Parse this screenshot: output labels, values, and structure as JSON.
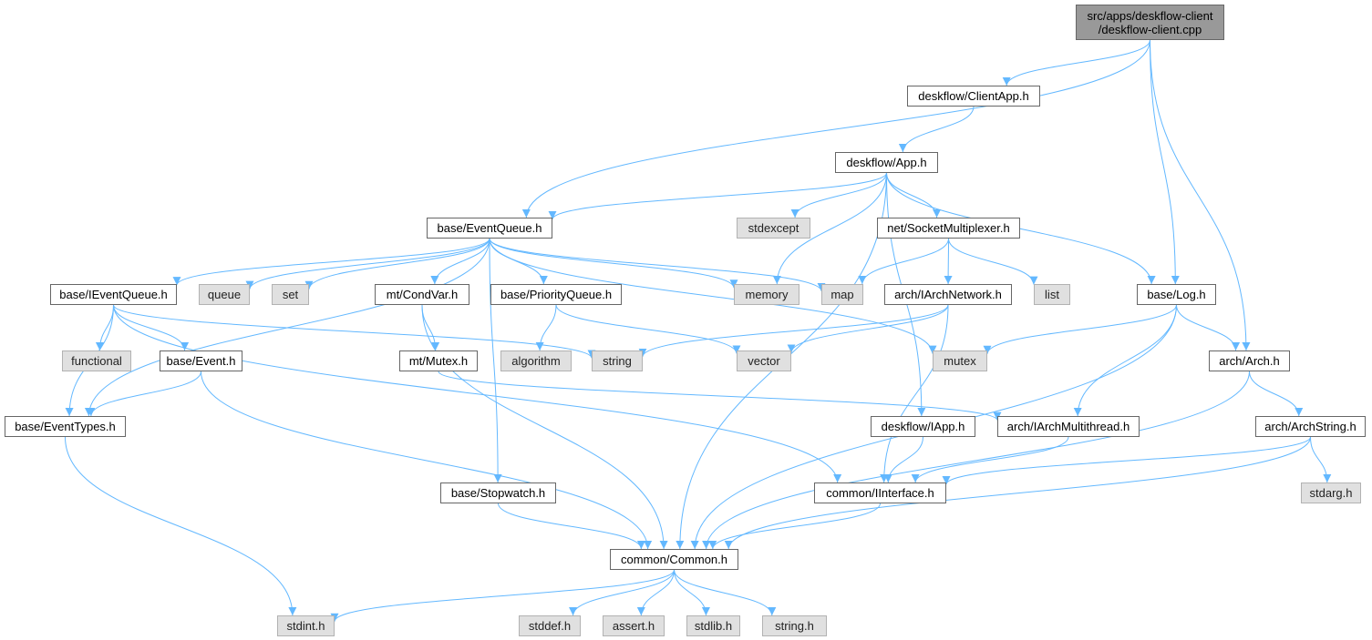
{
  "diagram": {
    "colors": {
      "edge": "#63b8ff",
      "root_fill": "#999999",
      "node_border": "#666666",
      "ext_fill": "#e0e0e0"
    },
    "nodes": [
      {
        "id": "root",
        "lines": [
          "src/apps/deskflow-client",
          "/deskflow-client.cpp"
        ],
        "kind": "root"
      },
      {
        "id": "clientapp",
        "lines": [
          "deskflow/ClientApp.h"
        ],
        "kind": "int"
      },
      {
        "id": "app",
        "lines": [
          "deskflow/App.h"
        ],
        "kind": "int"
      },
      {
        "id": "eventqueue",
        "lines": [
          "base/EventQueue.h"
        ],
        "kind": "int"
      },
      {
        "id": "stdexcept",
        "lines": [
          "stdexcept"
        ],
        "kind": "ext"
      },
      {
        "id": "socketmux",
        "lines": [
          "net/SocketMultiplexer.h"
        ],
        "kind": "int"
      },
      {
        "id": "ieventqueue",
        "lines": [
          "base/IEventQueue.h"
        ],
        "kind": "int"
      },
      {
        "id": "queue",
        "lines": [
          "queue"
        ],
        "kind": "ext"
      },
      {
        "id": "set",
        "lines": [
          "set"
        ],
        "kind": "ext"
      },
      {
        "id": "condvar",
        "lines": [
          "mt/CondVar.h"
        ],
        "kind": "int"
      },
      {
        "id": "priorityqueue",
        "lines": [
          "base/PriorityQueue.h"
        ],
        "kind": "int"
      },
      {
        "id": "memory",
        "lines": [
          "memory"
        ],
        "kind": "ext"
      },
      {
        "id": "map",
        "lines": [
          "map"
        ],
        "kind": "ext"
      },
      {
        "id": "iarchnetwork",
        "lines": [
          "arch/IArchNetwork.h"
        ],
        "kind": "int"
      },
      {
        "id": "list",
        "lines": [
          "list"
        ],
        "kind": "ext"
      },
      {
        "id": "log",
        "lines": [
          "base/Log.h"
        ],
        "kind": "int"
      },
      {
        "id": "functional",
        "lines": [
          "functional"
        ],
        "kind": "ext"
      },
      {
        "id": "event",
        "lines": [
          "base/Event.h"
        ],
        "kind": "int"
      },
      {
        "id": "mutexh",
        "lines": [
          "mt/Mutex.h"
        ],
        "kind": "int"
      },
      {
        "id": "algorithm",
        "lines": [
          "algorithm"
        ],
        "kind": "ext"
      },
      {
        "id": "string",
        "lines": [
          "string"
        ],
        "kind": "ext"
      },
      {
        "id": "vector",
        "lines": [
          "vector"
        ],
        "kind": "ext"
      },
      {
        "id": "mutex",
        "lines": [
          "mutex"
        ],
        "kind": "ext"
      },
      {
        "id": "arch",
        "lines": [
          "arch/Arch.h"
        ],
        "kind": "int"
      },
      {
        "id": "eventtypes",
        "lines": [
          "base/EventTypes.h"
        ],
        "kind": "int"
      },
      {
        "id": "iapp",
        "lines": [
          "deskflow/IApp.h"
        ],
        "kind": "int"
      },
      {
        "id": "iarchmt",
        "lines": [
          "arch/IArchMultithread.h"
        ],
        "kind": "int"
      },
      {
        "id": "archstring",
        "lines": [
          "arch/ArchString.h"
        ],
        "kind": "int"
      },
      {
        "id": "stopwatch",
        "lines": [
          "base/Stopwatch.h"
        ],
        "kind": "int"
      },
      {
        "id": "iinterface",
        "lines": [
          "common/IInterface.h"
        ],
        "kind": "int"
      },
      {
        "id": "stdarg",
        "lines": [
          "stdarg.h"
        ],
        "kind": "ext"
      },
      {
        "id": "common",
        "lines": [
          "common/Common.h"
        ],
        "kind": "int"
      },
      {
        "id": "stdint",
        "lines": [
          "stdint.h"
        ],
        "kind": "ext"
      },
      {
        "id": "stddef",
        "lines": [
          "stddef.h"
        ],
        "kind": "ext"
      },
      {
        "id": "assert",
        "lines": [
          "assert.h"
        ],
        "kind": "ext"
      },
      {
        "id": "stdlib",
        "lines": [
          "stdlib.h"
        ],
        "kind": "ext"
      },
      {
        "id": "stringh",
        "lines": [
          "string.h"
        ],
        "kind": "ext"
      }
    ],
    "edges": [
      [
        "root",
        "clientapp"
      ],
      [
        "root",
        "eventqueue"
      ],
      [
        "root",
        "log"
      ],
      [
        "root",
        "arch"
      ],
      [
        "clientapp",
        "app"
      ],
      [
        "app",
        "eventqueue"
      ],
      [
        "app",
        "stdexcept"
      ],
      [
        "app",
        "socketmux"
      ],
      [
        "app",
        "memory"
      ],
      [
        "app",
        "log"
      ],
      [
        "app",
        "iapp"
      ],
      [
        "app",
        "common"
      ],
      [
        "eventqueue",
        "ieventqueue"
      ],
      [
        "eventqueue",
        "queue"
      ],
      [
        "eventqueue",
        "set"
      ],
      [
        "eventqueue",
        "condvar"
      ],
      [
        "eventqueue",
        "priorityqueue"
      ],
      [
        "eventqueue",
        "memory"
      ],
      [
        "eventqueue",
        "map"
      ],
      [
        "eventqueue",
        "mutex"
      ],
      [
        "eventqueue",
        "eventtypes"
      ],
      [
        "eventqueue",
        "stopwatch"
      ],
      [
        "socketmux",
        "map"
      ],
      [
        "socketmux",
        "iarchnetwork"
      ],
      [
        "socketmux",
        "list"
      ],
      [
        "ieventqueue",
        "functional"
      ],
      [
        "ieventqueue",
        "event"
      ],
      [
        "ieventqueue",
        "string"
      ],
      [
        "ieventqueue",
        "eventtypes"
      ],
      [
        "ieventqueue",
        "iinterface"
      ],
      [
        "condvar",
        "mutexh"
      ],
      [
        "condvar",
        "common"
      ],
      [
        "priorityqueue",
        "algorithm"
      ],
      [
        "priorityqueue",
        "vector"
      ],
      [
        "iarchnetwork",
        "string"
      ],
      [
        "iarchnetwork",
        "vector"
      ],
      [
        "iarchnetwork",
        "iinterface"
      ],
      [
        "log",
        "mutex"
      ],
      [
        "log",
        "arch"
      ],
      [
        "log",
        "iarchmt"
      ],
      [
        "log",
        "common"
      ],
      [
        "event",
        "eventtypes"
      ],
      [
        "event",
        "common"
      ],
      [
        "mutexh",
        "iarchmt"
      ],
      [
        "arch",
        "archstring"
      ],
      [
        "arch",
        "common"
      ],
      [
        "eventtypes",
        "stdint"
      ],
      [
        "iapp",
        "iinterface"
      ],
      [
        "iarchmt",
        "iinterface"
      ],
      [
        "archstring",
        "iinterface"
      ],
      [
        "archstring",
        "stdarg"
      ],
      [
        "archstring",
        "common"
      ],
      [
        "stopwatch",
        "common"
      ],
      [
        "iinterface",
        "common"
      ],
      [
        "common",
        "stdint"
      ],
      [
        "common",
        "stddef"
      ],
      [
        "common",
        "assert"
      ],
      [
        "common",
        "stdlib"
      ],
      [
        "common",
        "stringh"
      ]
    ]
  }
}
